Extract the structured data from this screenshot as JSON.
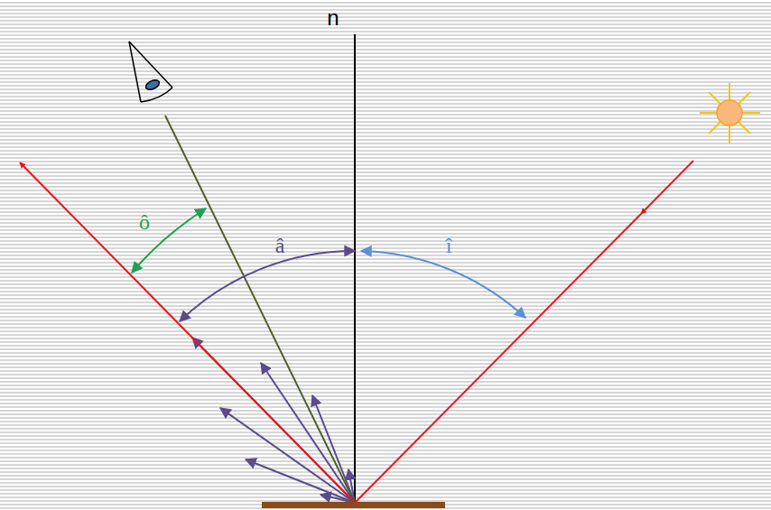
{
  "diagram": {
    "labels": [
      "n",
      "ô",
      "â",
      "î"
    ]
  }
}
